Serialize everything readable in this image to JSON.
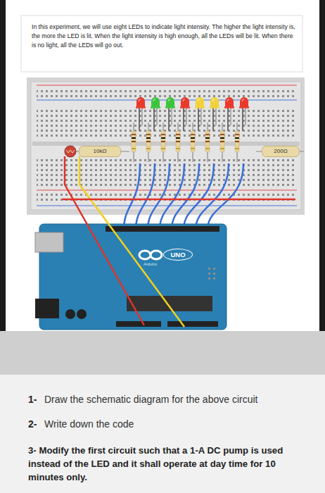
{
  "diagram": {
    "nodes": [
      {
        "text": [
          "UNO"
        ]
      },
      {
        "text": [
          "10kΩ"
        ]
      },
      {
        "text": [
          "200Ω"
        ]
      }
    ],
    "labels": [
      "In this experiment, we will use eight LEDs to indicate light intensity. The higher the light intensity is, the more the LED is lit. When the light intensity is high enough, all the LEDs will be lit. When there is no light, all the LEDs will go out.",
      "Arduino",
      "1-",
      "Draw the schematic diagram for the above circuit",
      "2-",
      "Write down the code",
      "3- Modify the first circuit such that a 1-A DC pump is used instead of the LED and it shall operate at day time for 10 minutes only."
    ]
  }
}
